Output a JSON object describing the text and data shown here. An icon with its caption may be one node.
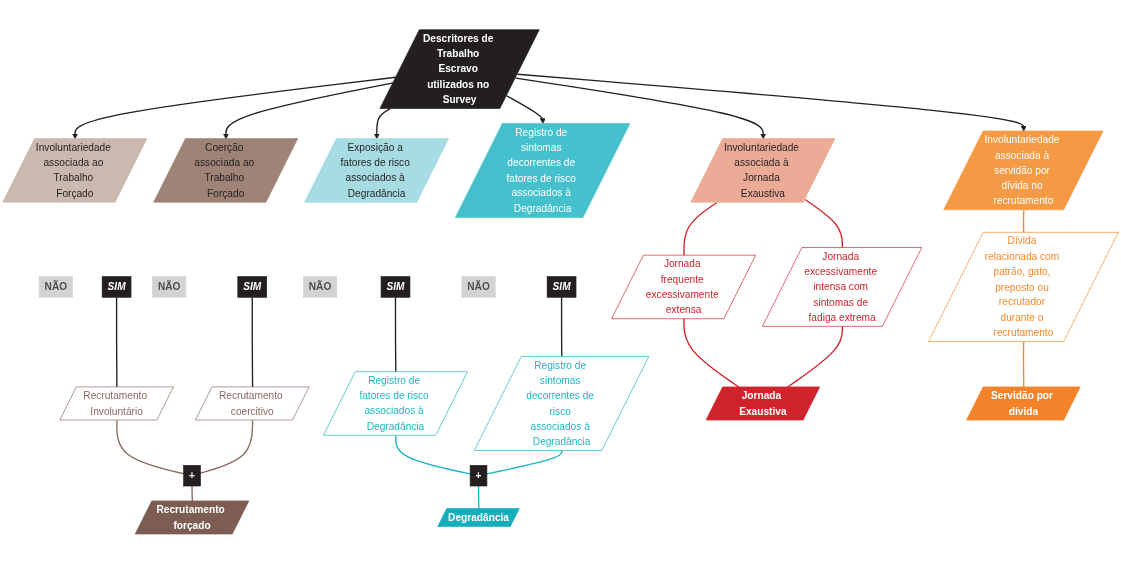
{
  "diagram": {
    "nodes": [
      {
        "text": [
          "Descritores de Trabalho Escravo utilizados no Survey"
        ]
      },
      {
        "text": [
          "Involuntariedade associada ao Trabalho Forçado"
        ]
      },
      {
        "text": [
          "NÃO"
        ]
      },
      {
        "text": [
          "SIM"
        ]
      },
      {
        "text": [
          "Coerção associada ao Trabalho Forçado"
        ]
      },
      {
        "text": [
          "NÃO"
        ]
      },
      {
        "text": [
          "SIM"
        ]
      },
      {
        "text": [
          "Exposição a fatores de risco associados à Degradância"
        ]
      },
      {
        "text": [
          "NÃO"
        ]
      },
      {
        "text": [
          "SIM"
        ]
      },
      {
        "text": [
          "Registro de sintomas decorrentes de fatores de risco associados à Degradância"
        ]
      },
      {
        "text": [
          "NÃO"
        ]
      },
      {
        "text": [
          "SIM"
        ]
      },
      {
        "text": [
          "Involuntariedade associada à Jornada Exaustiva"
        ]
      },
      {
        "text": [
          "Involuntariedade associada à servidão por dívida no recrutamento"
        ]
      },
      {
        "text": [
          "Recrutamento Involuntário"
        ]
      },
      {
        "text": [
          "Recrutamento coercitivo"
        ]
      },
      {
        "text": [
          "Registro de fatores de risco associados à Degradância"
        ]
      },
      {
        "text": [
          "Registro de sintomas decorrentes de risco associados à Degradância"
        ]
      },
      {
        "text": [
          "Jornada frequente excessivamente extensa"
        ]
      },
      {
        "text": [
          "Jornada excessivamente intensa com sintomas de fadiga extrema"
        ]
      },
      {
        "text": [
          "Dívida relacionada com patrão, gato, preposto ou recrutador durante o recrutamento"
        ]
      },
      {
        "text": [
          "+"
        ]
      },
      {
        "text": [
          "Recrutamento forçado"
        ]
      },
      {
        "text": [
          "+"
        ]
      },
      {
        "text": [
          "Degradância"
        ]
      },
      {
        "text": [
          "Jornada Exaustiva"
        ]
      },
      {
        "text": [
          "Servidão por dívida"
        ]
      }
    ],
    "edges": [
      {
        "from": 0,
        "to": 1,
        "arrow": "to"
      },
      {
        "from": 0,
        "to": 4,
        "arrow": "to"
      },
      {
        "from": 0,
        "to": 7,
        "arrow": "to"
      },
      {
        "from": 0,
        "to": 10,
        "arrow": "to"
      },
      {
        "from": 0,
        "to": 13,
        "arrow": "to"
      },
      {
        "from": 0,
        "to": 14,
        "arrow": "to"
      },
      {
        "from": 3,
        "to": 15,
        "arrow": "none"
      },
      {
        "from": 6,
        "to": 16,
        "arrow": "none"
      },
      {
        "from": 15,
        "to": 22,
        "arrow": "none",
        "color": "#8a6a5e"
      },
      {
        "from": 16,
        "to": 22,
        "arrow": "none",
        "color": "#8a6a5e"
      },
      {
        "from": 22,
        "to": 23,
        "arrow": "none",
        "color": "#8a6a5e"
      },
      {
        "from": 9,
        "to": 17,
        "arrow": "none"
      },
      {
        "from": 12,
        "to": 18,
        "arrow": "none"
      },
      {
        "from": 17,
        "to": 24,
        "arrow": "none",
        "color": "#1fb4c2"
      },
      {
        "from": 18,
        "to": 24,
        "arrow": "none",
        "color": "#1fb4c2"
      },
      {
        "from": 24,
        "to": 25,
        "arrow": "none",
        "color": "#1fb4c2"
      },
      {
        "from": 13,
        "to": 19,
        "arrow": "none",
        "color": "#d0222b"
      },
      {
        "from": 13,
        "to": 20,
        "arrow": "none",
        "color": "#d0222b"
      },
      {
        "from": 19,
        "to": 26,
        "arrow": "none",
        "color": "#d0222b"
      },
      {
        "from": 20,
        "to": 26,
        "arrow": "none",
        "color": "#d0222b"
      },
      {
        "from": 14,
        "to": 21,
        "arrow": "none",
        "color": "#f58a28"
      },
      {
        "from": 21,
        "to": 27,
        "arrow": "none",
        "color": "#f58a28"
      }
    ]
  }
}
